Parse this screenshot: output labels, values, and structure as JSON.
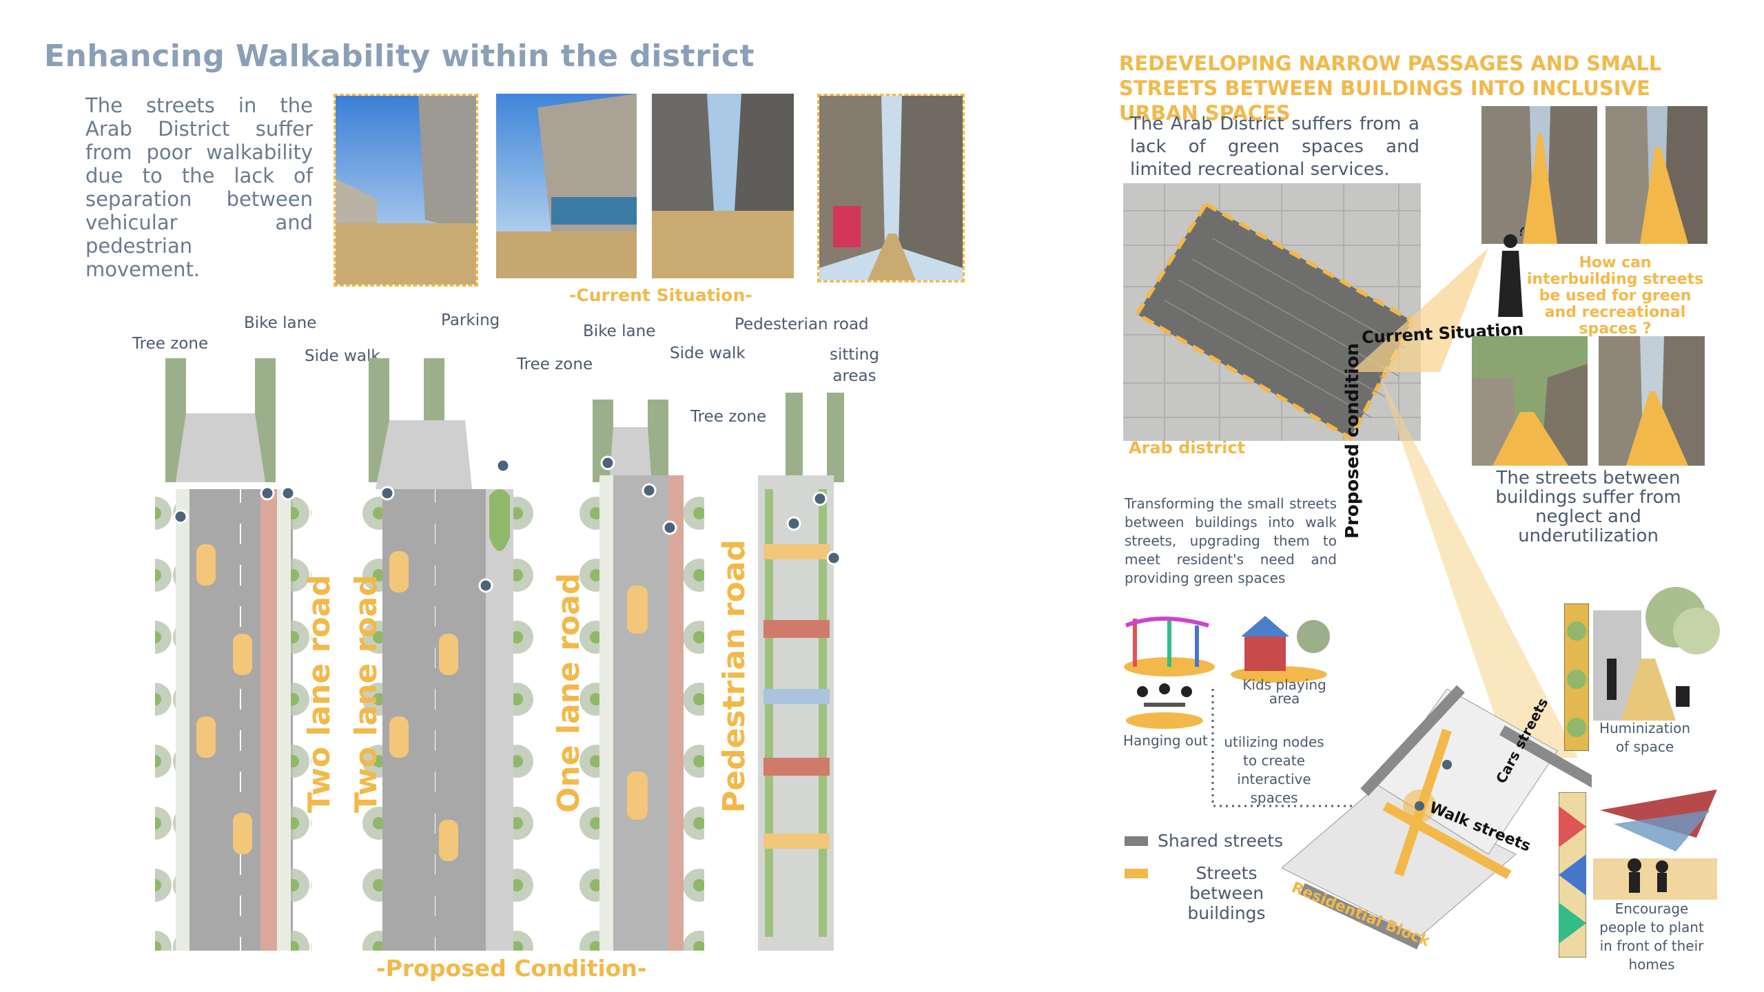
{
  "left": {
    "title": "Enhancing Walkability within the district",
    "intro": "The streets in the Arab District suffer from poor walkability due to the lack of separation between vehicular and pedestrian movement.",
    "current_caption": "-Current Situation-",
    "proposed_caption": "-Proposed Condition-",
    "labels": {
      "tree_zone_1": "Tree zone",
      "bike_lane_1": "Bike lane",
      "side_walk_1": "Side walk",
      "parking": "Parking",
      "tree_zone_2": "Tree zone",
      "bike_lane_2": "Bike lane",
      "side_walk_2": "Side walk",
      "pedestrian_road": "Pedesterian road",
      "sitting_areas": "sitting areas",
      "tree_zone_3": "Tree zone"
    },
    "road_types": [
      "Two lane road",
      "Two lane road",
      "One lane road",
      "Pedestrian road"
    ]
  },
  "right": {
    "title": "REDEVELOPING NARROW PASSAGES AND SMALL STREETS BETWEEN BUILDINGS INTO INCLUSIVE URBAN SPACES",
    "intro": "The Arab District suffers from a lack of green spaces and limited recreational services.",
    "map_label": "Arab district",
    "current_label": "Current Situation",
    "proposed_label": "Proposed condition",
    "question": "How can interbuilding streets be used for green and recreational spaces ?",
    "neglect_text": "The streets between buildings suffer from neglect and underutilization",
    "transform_text": "Transforming the small streets between buildings into walk streets, upgrading them to meet resident's need and providing green spaces",
    "kids_label": "Kids playing area",
    "hanging_label": "Hanging out",
    "nodes_label": "utilizing nodes to create interactive spaces",
    "legend": [
      {
        "label": "Shared streets",
        "color": "#7f7f7f"
      },
      {
        "label": "Streets between buildings",
        "color": "#f2b94a"
      }
    ],
    "street_labels": {
      "cars": "Cars streets",
      "walk": "Walk streets",
      "block": "Residential Block"
    },
    "humanization_label": "Huminization of space",
    "plant_label": "Encourage people to plant in front of their homes"
  },
  "colors": {
    "accent": "#f2b94a",
    "title_blue": "#8a9fb8",
    "text": "#4a5a6e",
    "bike": "#d9a89a",
    "green": "#8fb86a"
  }
}
